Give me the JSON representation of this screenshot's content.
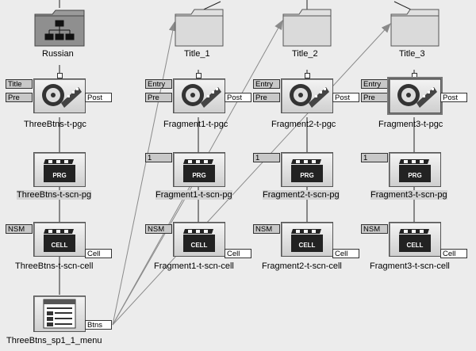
{
  "colors": {
    "background": "#ececec",
    "wire": "#222222",
    "arrow": "#8a8a8a",
    "box_bg": "#dcdcdc"
  },
  "nodes": {
    "russian": {
      "label": "Russian",
      "icon": "folder-tree-icon"
    },
    "title_1": {
      "label": "Title_1",
      "icon": "folder-icon"
    },
    "title_2": {
      "label": "Title_2",
      "icon": "folder-icon"
    },
    "title_3": {
      "label": "Title_3",
      "icon": "folder-icon"
    },
    "pgc_0": {
      "label": "ThreeBtns-t-pgc",
      "icon": "film-reel-icon",
      "in_port": "Title",
      "pre": "Pre",
      "post": "Post"
    },
    "pgc_1": {
      "label": "Fragment1-t-pgc",
      "icon": "film-reel-icon",
      "in_port": "Entry",
      "pre": "Pre",
      "post": "Post"
    },
    "pgc_2": {
      "label": "Fragment2-t-pgc",
      "icon": "film-reel-icon",
      "in_port": "Entry",
      "pre": "Pre",
      "post": "Post"
    },
    "pgc_3": {
      "label": "Fragment3-t-pgc",
      "icon": "film-reel-icon",
      "in_port": "Entry",
      "pre": "Pre",
      "post": "Post"
    },
    "pg_0": {
      "label": "ThreeBtns-t-scn-pg",
      "icon": "clapper-prg-icon",
      "badge": "PRG"
    },
    "pg_1": {
      "label": "Fragment1-t-scn-pg",
      "icon": "clapper-prg-icon",
      "badge": "PRG",
      "in_port": "1"
    },
    "pg_2": {
      "label": "Fragment2-t-scn-pg",
      "icon": "clapper-prg-icon",
      "badge": "PRG",
      "in_port": "1"
    },
    "pg_3": {
      "label": "Fragment3-t-scn-pg",
      "icon": "clapper-prg-icon",
      "badge": "PRG",
      "in_port": "1"
    },
    "cell_0": {
      "label": "ThreeBtns-t-scn-cell",
      "icon": "clapper-cell-icon",
      "badge": "CELL",
      "in_port": "NSM",
      "out_port": "Cell"
    },
    "cell_1": {
      "label": "Fragment1-t-scn-cell",
      "icon": "clapper-cell-icon",
      "badge": "CELL",
      "in_port": "NSM",
      "out_port": "Cell"
    },
    "cell_2": {
      "label": "Fragment2-t-scn-cell",
      "icon": "clapper-cell-icon",
      "badge": "CELL",
      "in_port": "NSM",
      "out_port": "Cell"
    },
    "cell_3": {
      "label": "Fragment3-t-scn-cell",
      "icon": "clapper-cell-icon",
      "badge": "CELL",
      "in_port": "NSM",
      "out_port": "Cell"
    },
    "menu": {
      "label": "ThreeBtns_sp1_1_menu",
      "icon": "menu-document-icon",
      "out_port": "Btns"
    }
  }
}
